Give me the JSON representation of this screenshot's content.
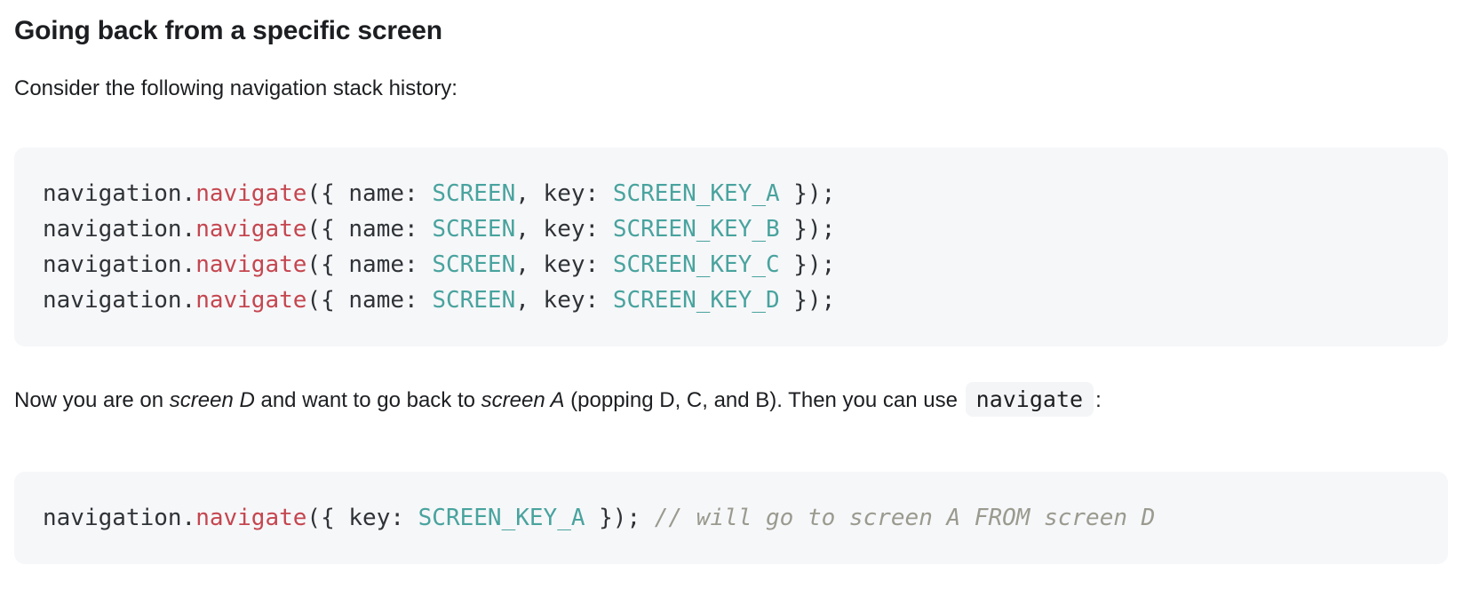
{
  "heading": {
    "text": "Going back from a specific screen"
  },
  "paragraphs": {
    "intro": "Consider the following navigation stack history:",
    "explain_segments": [
      {
        "style": "plain",
        "text": "Now you are on "
      },
      {
        "style": "em",
        "text": "screen D"
      },
      {
        "style": "plain",
        "text": " and want to go back to "
      },
      {
        "style": "em",
        "text": "screen A"
      },
      {
        "style": "plain",
        "text": " (popping D, C, and B). Then you can use "
      },
      {
        "style": "code",
        "text": "navigate"
      },
      {
        "style": "plain",
        "text": ":"
      }
    ]
  },
  "code_blocks": [
    {
      "lines": [
        [
          {
            "c": "plain",
            "t": "navigation."
          },
          {
            "c": "function",
            "t": "navigate"
          },
          {
            "c": "plain",
            "t": "({ name: "
          },
          {
            "c": "variable",
            "t": "SCREEN"
          },
          {
            "c": "plain",
            "t": ", key: "
          },
          {
            "c": "variable",
            "t": "SCREEN_KEY_A"
          },
          {
            "c": "plain",
            "t": " });"
          }
        ],
        [
          {
            "c": "plain",
            "t": "navigation."
          },
          {
            "c": "function",
            "t": "navigate"
          },
          {
            "c": "plain",
            "t": "({ name: "
          },
          {
            "c": "variable",
            "t": "SCREEN"
          },
          {
            "c": "plain",
            "t": ", key: "
          },
          {
            "c": "variable",
            "t": "SCREEN_KEY_B"
          },
          {
            "c": "plain",
            "t": " });"
          }
        ],
        [
          {
            "c": "plain",
            "t": "navigation."
          },
          {
            "c": "function",
            "t": "navigate"
          },
          {
            "c": "plain",
            "t": "({ name: "
          },
          {
            "c": "variable",
            "t": "SCREEN"
          },
          {
            "c": "plain",
            "t": ", key: "
          },
          {
            "c": "variable",
            "t": "SCREEN_KEY_C"
          },
          {
            "c": "plain",
            "t": " });"
          }
        ],
        [
          {
            "c": "plain",
            "t": "navigation."
          },
          {
            "c": "function",
            "t": "navigate"
          },
          {
            "c": "plain",
            "t": "({ name: "
          },
          {
            "c": "variable",
            "t": "SCREEN"
          },
          {
            "c": "plain",
            "t": ", key: "
          },
          {
            "c": "variable",
            "t": "SCREEN_KEY_D"
          },
          {
            "c": "plain",
            "t": " });"
          }
        ]
      ]
    },
    {
      "lines": [
        [
          {
            "c": "plain",
            "t": "navigation."
          },
          {
            "c": "function",
            "t": "navigate"
          },
          {
            "c": "plain",
            "t": "({ key: "
          },
          {
            "c": "variable",
            "t": "SCREEN_KEY_A"
          },
          {
            "c": "plain",
            "t": " }); "
          },
          {
            "c": "comment",
            "t": "// will go to screen A FROM screen D"
          }
        ]
      ]
    }
  ],
  "colors": {
    "text": "#1c1e21",
    "code_text": "#2f3337",
    "function_red": "#c5464f",
    "variable_teal": "#49a39e",
    "comment_gray": "#9a9a8f",
    "code_background": "#f6f7f9",
    "inline_code_background": "#f4f5f7"
  }
}
